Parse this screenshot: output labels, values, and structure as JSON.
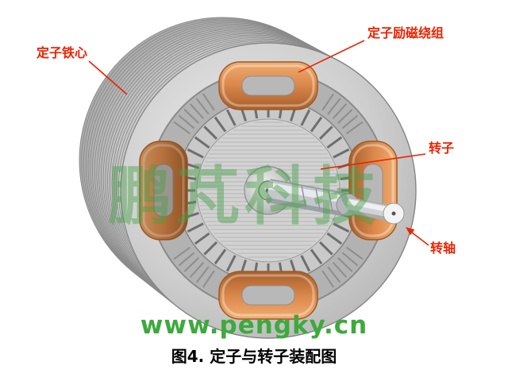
{
  "page": {
    "caption": "图4. 定子与转子装配图",
    "watermark": "鹏芃科技",
    "website": "www.pengky.cn"
  },
  "labels": {
    "stator_core": "定子铁心",
    "stator_winding": "定子励磁绕组",
    "rotor": "转子",
    "shaft": "转轴"
  },
  "colors": {
    "label": "#ee2200",
    "coil_light": "#f0ad70",
    "coil": "#dd8a4e",
    "coil_dark": "#a85f2a",
    "watermark": "rgba(72,160,72,0.45)",
    "website": "#3caa3c",
    "stator_gray": "#c8c8c8"
  }
}
